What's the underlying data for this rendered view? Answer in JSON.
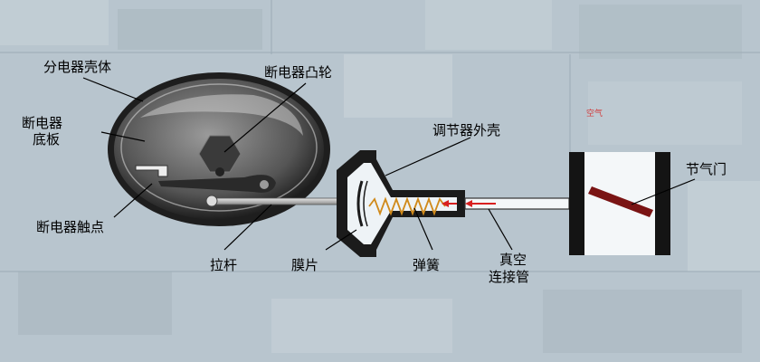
{
  "labels": {
    "distributor_housing": "分电器壳体",
    "breaker_cam": "断电器凸轮",
    "breaker_base_line1": "断电器",
    "breaker_base_line2": "底板",
    "breaker_contact": "断电器触点",
    "pull_rod": "拉杆",
    "diaphragm": "膜片",
    "spring": "弹簧",
    "regulator_housing": "调节器外壳",
    "vacuum_tube_line1": "真空",
    "vacuum_tube_line2": "连接管",
    "throttle": "节气门",
    "small_note": "空气"
  },
  "colors": {
    "background": "#b9c6cf",
    "housing_dark": "#2b2b2b",
    "spring": "#d08a1a",
    "arrow": "#d82020"
  }
}
